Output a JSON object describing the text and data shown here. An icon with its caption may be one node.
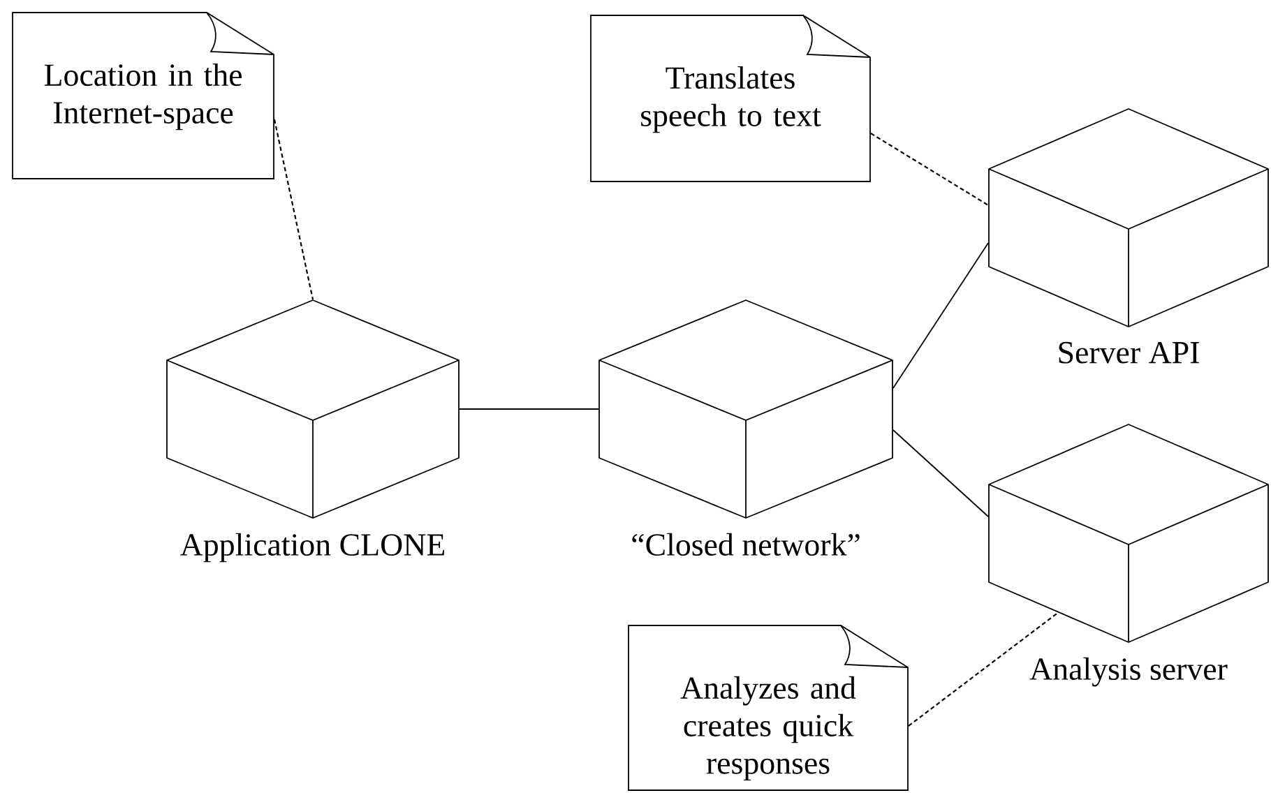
{
  "diagram": {
    "nodes": [
      {
        "text": [
          "Location in the Internet-space"
        ]
      },
      {
        "text": [
          "Translates speech to text"
        ]
      },
      {
        "text": [],
        "shape": "cube",
        "beside": [
          "Application CLONE"
        ]
      },
      {
        "text": [],
        "shape": "cube",
        "beside": [
          "“Closed network”"
        ]
      },
      {
        "text": [],
        "shape": "cube",
        "beside": [
          "Server API"
        ]
      },
      {
        "text": [],
        "shape": "cube",
        "beside": [
          "Analysis server"
        ]
      },
      {
        "text": [
          "Analyzes and creates quick responses"
        ]
      }
    ],
    "edges": [
      {
        "from": 0,
        "to": 2,
        "arrow": "none",
        "style": "dashed"
      },
      {
        "from": 1,
        "to": 4,
        "arrow": "none",
        "style": "dashed"
      },
      {
        "from": 6,
        "to": 5,
        "arrow": "none",
        "style": "dashed"
      },
      {
        "from": 2,
        "to": 3,
        "arrow": "none"
      },
      {
        "from": 3,
        "to": 4,
        "arrow": "none"
      },
      {
        "from": 3,
        "to": 5,
        "arrow": "none"
      }
    ]
  }
}
